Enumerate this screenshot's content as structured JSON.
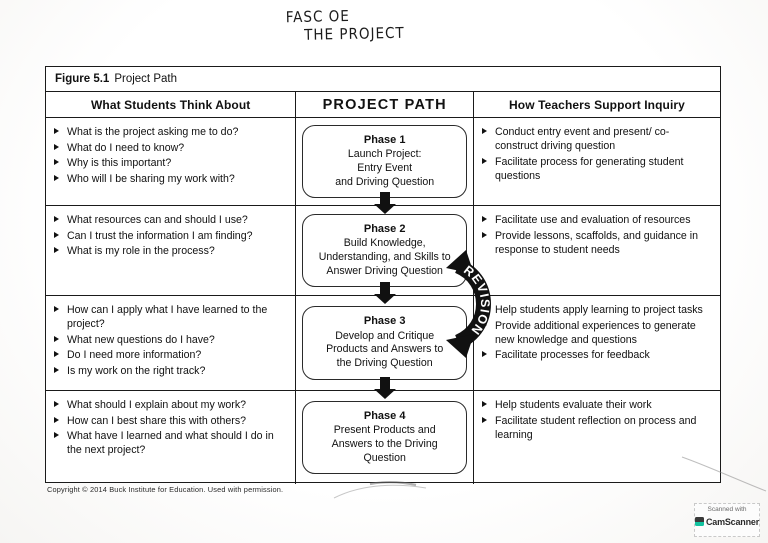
{
  "handwriting": {
    "line1": "FASC OE",
    "line2": "THE PROJECT"
  },
  "figure": {
    "label": "Figure 5.1",
    "title": "Project Path"
  },
  "headers": {
    "left": "What Students Think About",
    "middle": "PROJECT PATH",
    "right": "How Teachers Support Inquiry"
  },
  "revision_label": "REVISION",
  "rows": [
    {
      "students": [
        "What is the project asking me to do?",
        "What do I need to know?",
        "Why is this important?",
        "Who will I be sharing my work with?"
      ],
      "phase": {
        "title": "Phase 1",
        "body": "Launch Project:\nEntry Event\nand Driving Question"
      },
      "teachers": [
        "Conduct entry event and present/ co-construct driving question",
        "Facilitate process for generating student questions"
      ]
    },
    {
      "students": [
        "What resources can and should I use?",
        "Can I trust the information I am finding?",
        "What is my role in the process?"
      ],
      "phase": {
        "title": "Phase 2",
        "body": "Build Knowledge,\nUnderstanding, and Skills to\nAnswer Driving Question"
      },
      "teachers": [
        "Facilitate use and evaluation of resources",
        "Provide lessons, scaffolds, and guidance in response to student needs"
      ]
    },
    {
      "students": [
        "How can I apply what I have learned to the project?",
        "What new questions do I have?",
        "Do I need more information?",
        "Is my work on the right track?"
      ],
      "phase": {
        "title": "Phase 3",
        "body": "Develop and Critique\nProducts and Answers to\nthe Driving Question"
      },
      "teachers": [
        "Help students apply learning to project tasks",
        "Provide additional experiences to generate new knowledge and questions",
        "Facilitate processes for feedback"
      ]
    },
    {
      "students": [
        "What should I explain about my work?",
        "How can I best share this with others?",
        "What have I learned and what should I do in the next project?"
      ],
      "phase": {
        "title": "Phase 4",
        "body": "Present Products and\nAnswers to the Driving\nQuestion"
      },
      "teachers": [
        "Help students evaluate their work",
        "Facilitate student reflection on process and learning"
      ]
    }
  ],
  "copyright": "Copyright © 2014 Buck Institute for Education. Used with permission.",
  "watermark": {
    "top": "Scanned with",
    "name": "CamScanner"
  },
  "colors": {
    "ink": "#111111",
    "paper": "#ffffff",
    "arrow": "#111111"
  }
}
